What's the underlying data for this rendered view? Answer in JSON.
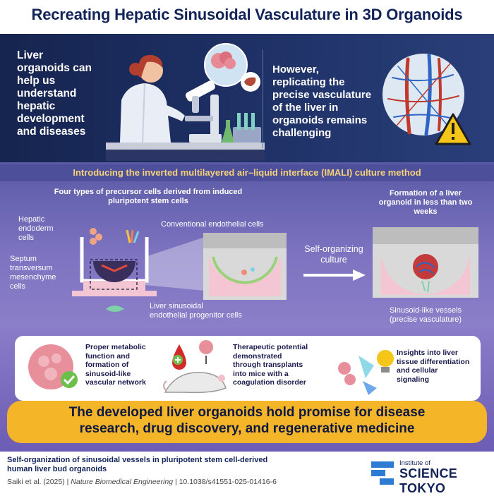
{
  "title": "Recreating Hepatic Sinusoidal Vasculature in 3D Organoids",
  "intro": {
    "left": [
      "Liver",
      "organoids can",
      "help us",
      "understand",
      "hepatic",
      "development",
      "and diseases"
    ],
    "right": [
      "However,",
      "replicating the",
      "precise vasculature",
      "of the liver in",
      "organoids remains",
      "challenging"
    ]
  },
  "method": {
    "title": "Introducing the inverted multilayered air–liquid interface (IMALI) culture method",
    "precursor_title": [
      "Four types of precursor cells derived from induced",
      "pluripotent stem cells"
    ],
    "hepatic": [
      "Hepatic",
      "endoderm",
      "cells"
    ],
    "septum": [
      "Septum",
      "transversum",
      "mesenchyme",
      "cells"
    ],
    "conventional": "Conventional endothelial cells",
    "liver_sinusoidal": [
      "Liver sinusoidal",
      "endothelial progenitor cells"
    ],
    "self_organizing": [
      "Self-organizing",
      "culture"
    ],
    "formation": [
      "Formation of a liver",
      "organoid in less than two",
      "weeks"
    ],
    "sinusoid": [
      "Sinusoid-like vessels",
      "(precise vasculature)"
    ]
  },
  "benefits": [
    {
      "lines": [
        "Proper metabolic",
        "function and",
        "formation of",
        "sinusoid-like",
        "vascular network"
      ]
    },
    {
      "lines": [
        "Therapeutic potential",
        "demonstrated",
        "through transplants",
        "into mice with a",
        "coagulation disorder"
      ]
    },
    {
      "lines": [
        "Insights into liver",
        "tissue differentiation",
        "and cellular",
        "signaling"
      ]
    }
  ],
  "promise": [
    "The developed liver organoids hold promise for disease",
    "research, drug discovery, and regenerative medicine"
  ],
  "footer": {
    "paper_title": [
      "Self-organization of sinusoidal vessels in pluripotent stem cell-derived",
      "human liver bud organoids"
    ],
    "authors": "Saiki et al. (2025)",
    "sep1": " | ",
    "journal": "Nature Biomedical Engineering",
    "sep2": " | ",
    "doi": "10.1038/s41551-025-01416-6",
    "logo_small": "Institute of",
    "logo_big": "SCIENCE TOKYO"
  },
  "colors": {
    "navy": "#16244f",
    "title_navy": "#12235a",
    "purple": "#7d73c0",
    "gold": "#f4b528",
    "method_title": "#f5d27a",
    "warning": "#f5c518"
  }
}
